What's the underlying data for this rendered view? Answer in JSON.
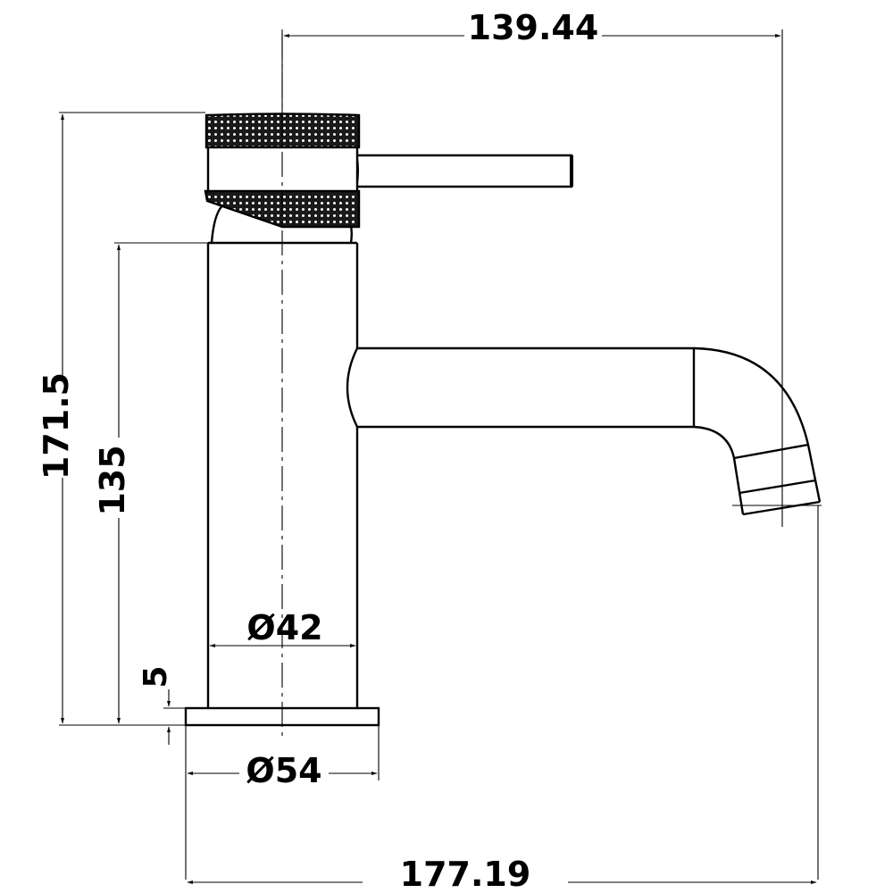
{
  "drawing": {
    "subject": "Basin mixer tap side elevation",
    "units": "mm",
    "colors": {
      "line": "#000000",
      "background": "#ffffff"
    }
  },
  "dimensions": {
    "overall_width_spout": {
      "label": "139.44",
      "orientation": "horizontal"
    },
    "overall_width_base": {
      "label": "177.19",
      "orientation": "horizontal"
    },
    "total_height": {
      "label": "171.5",
      "orientation": "vertical"
    },
    "body_height": {
      "label": "135",
      "orientation": "vertical"
    },
    "base_thickness": {
      "label": "5",
      "orientation": "vertical"
    },
    "body_diameter": {
      "label": "Ø42",
      "orientation": "horizontal"
    },
    "base_diameter": {
      "label": "Ø54",
      "orientation": "horizontal"
    }
  },
  "parts": [
    "knurled-handle-cap",
    "lever-handle",
    "body",
    "spout",
    "aerator",
    "base-flange"
  ]
}
